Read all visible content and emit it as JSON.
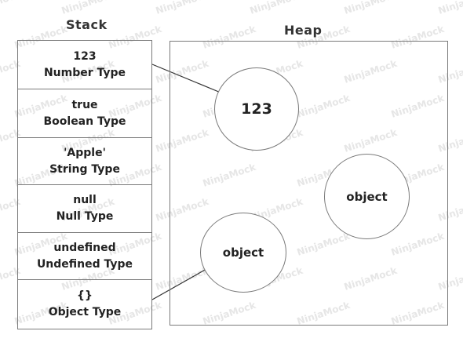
{
  "stack": {
    "title": "Stack",
    "cells": [
      {
        "value": "123",
        "type": "Number Type"
      },
      {
        "value": "true",
        "type": "Boolean Type"
      },
      {
        "value": "'Apple'",
        "type": "String  Type"
      },
      {
        "value": "null",
        "type": "Null Type"
      },
      {
        "value": "undefined",
        "type": "Undefined  Type"
      },
      {
        "value": "{}",
        "type": "Object Type"
      }
    ]
  },
  "heap": {
    "title": "Heap",
    "nodes": [
      {
        "label": "123"
      },
      {
        "label": "object"
      },
      {
        "label": "object"
      }
    ]
  },
  "watermark": "NinjaMock",
  "colors": {
    "line": "#7a7a7a",
    "text": "#222222",
    "watermark": "#e6e6e6"
  }
}
